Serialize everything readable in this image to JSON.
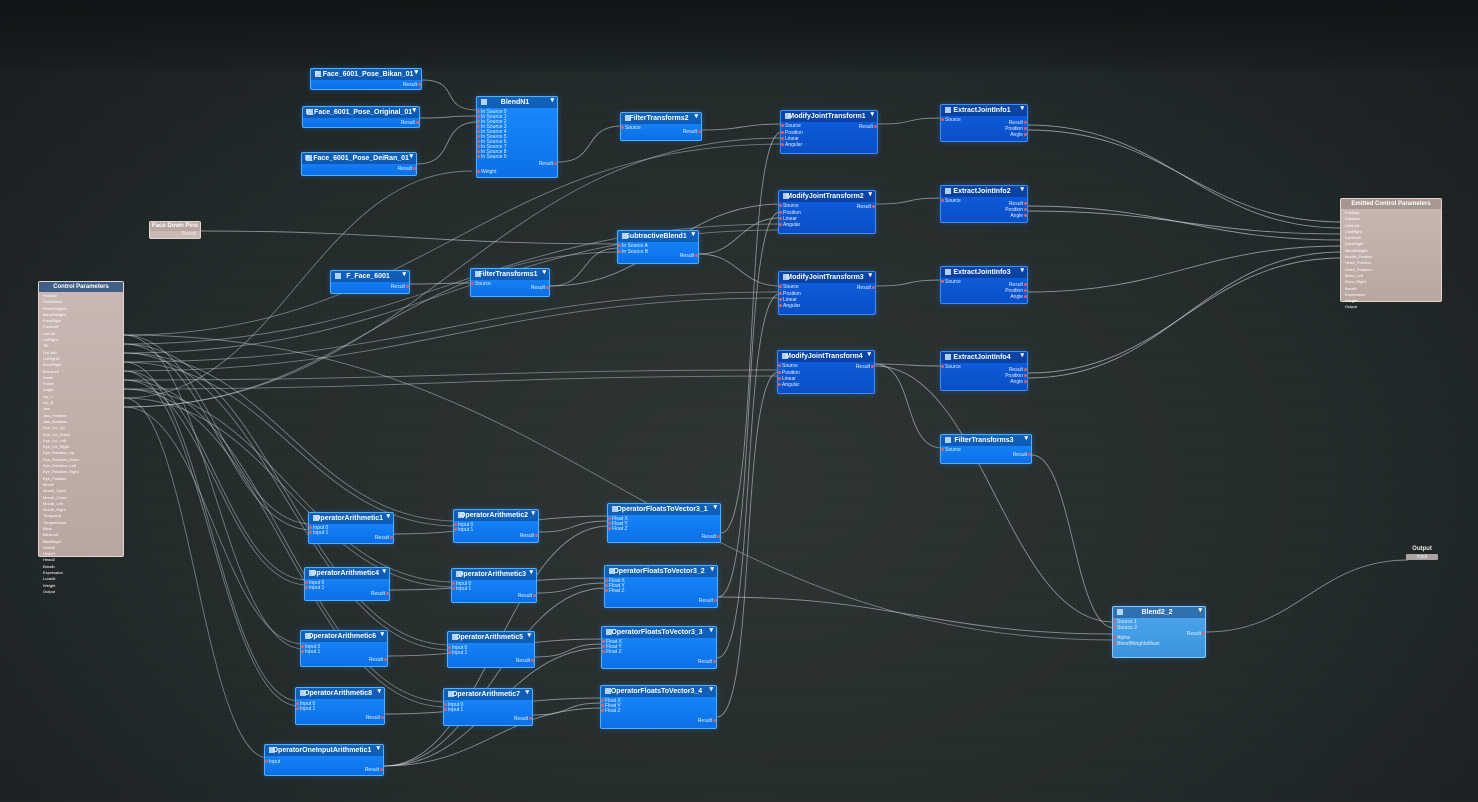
{
  "nodes": {
    "pose_bikan": {
      "title": "F_Face_6001_Pose_Bikan_01",
      "out": "Result"
    },
    "pose_original": {
      "title": "F_Face_6001_Pose_Original_01",
      "out": "Result"
    },
    "pose_deiran": {
      "title": "F_Face_6001_Pose_DeiRan_01",
      "out": "Result"
    },
    "blendn1": {
      "title": "BlendN1",
      "inputs": [
        "In Source 0",
        "In Source 1",
        "In Source 2",
        "In Source 3",
        "In Source 4",
        "In Source 5",
        "In Source 6",
        "In Source 7",
        "In Source 8",
        "In Source 9"
      ],
      "weight": "Weight",
      "out": "Result"
    },
    "filter2": {
      "title": "FilterTransforms2",
      "in": "Source",
      "out": "Result"
    },
    "face6001": {
      "title": "F_Face_6001",
      "out": "Result"
    },
    "filter1": {
      "title": "FilterTransforms1",
      "in": "Source",
      "out": "Result"
    },
    "subtractive": {
      "title": "SubtractiveBlend1",
      "inputs": [
        "In Source A",
        "In Source B"
      ],
      "out": "Result"
    },
    "mjt1": {
      "title": "ModifyJointTransform1",
      "inputs": [
        "Source",
        "Position",
        "Linear",
        "Angular"
      ],
      "out": "Result"
    },
    "mjt2": {
      "title": "ModifyJointTransform2",
      "inputs": [
        "Source",
        "Position",
        "Linear",
        "Angular"
      ],
      "out": "Result"
    },
    "mjt3": {
      "title": "ModifyJointTransform3",
      "inputs": [
        "Source",
        "Position",
        "Linear",
        "Angular"
      ],
      "out": "Result"
    },
    "mjt4": {
      "title": "ModifyJointTransform4",
      "inputs": [
        "Source",
        "Position",
        "Linear",
        "Angular"
      ],
      "out": "Result"
    },
    "eji1": {
      "title": "ExtractJointInfo1",
      "in": "Source",
      "outs": [
        "Result",
        "Position",
        "Angle"
      ]
    },
    "eji2": {
      "title": "ExtractJointInfo2",
      "in": "Source",
      "outs": [
        "Result",
        "Position",
        "Angle"
      ]
    },
    "eji3": {
      "title": "ExtractJointInfo3",
      "in": "Source",
      "outs": [
        "Result",
        "Position",
        "Angle"
      ]
    },
    "eji4": {
      "title": "ExtractJointInfo4",
      "in": "Source",
      "outs": [
        "Result",
        "Position",
        "Angle"
      ]
    },
    "filter3": {
      "title": "FilterTransforms3",
      "in": "Source",
      "out": "Result"
    },
    "oa1": {
      "title": "OperatorArithmetic1",
      "inputs": [
        "Input 0",
        "Input 1"
      ],
      "out": "Result"
    },
    "oa2": {
      "title": "OperatorArithmetic2",
      "inputs": [
        "Input 0",
        "Input 1"
      ],
      "out": "Result"
    },
    "oa3": {
      "title": "OperatorArithmetic3",
      "inputs": [
        "Input 0",
        "Input 1"
      ],
      "out": "Result"
    },
    "oa4": {
      "title": "OperatorArithmetic4",
      "inputs": [
        "Input 0",
        "Input 1"
      ],
      "out": "Result"
    },
    "oa5": {
      "title": "OperatorArithmetic5",
      "inputs": [
        "Input 0",
        "Input 1"
      ],
      "out": "Result"
    },
    "oa6": {
      "title": "OperatorArithmetic6",
      "inputs": [
        "Input 0",
        "Input 1"
      ],
      "out": "Result"
    },
    "oa7": {
      "title": "OperatorArithmetic7",
      "inputs": [
        "Input 0",
        "Input 1"
      ],
      "out": "Result"
    },
    "oa8": {
      "title": "OperatorArithmetic8",
      "inputs": [
        "Input 0",
        "Input 1"
      ],
      "out": "Result"
    },
    "ooia1": {
      "title": "OperatorOneInputArithmetic1",
      "inputs": [
        "Input"
      ],
      "out": "Result"
    },
    "ofv1": {
      "title": "OperatorFloatsToVector3_1",
      "inputs": [
        "Float X",
        "Float Y",
        "Float Z"
      ],
      "out": "Result"
    },
    "ofv2": {
      "title": "OperatorFloatsToVector3_2",
      "inputs": [
        "Float X",
        "Float Y",
        "Float Z"
      ],
      "out": "Result"
    },
    "ofv3": {
      "title": "OperatorFloatsToVector3_3",
      "inputs": [
        "Float X",
        "Float Y",
        "Float Z"
      ],
      "out": "Result"
    },
    "ofv4": {
      "title": "OperatorFloatsToVector3_4",
      "inputs": [
        "Float X",
        "Float Y",
        "Float Z"
      ],
      "out": "Result"
    },
    "blend2": {
      "title": "Blend2_2",
      "inputs": [
        "Source 1",
        "Source 2",
        "Alpha",
        "BlendWeightsMask"
      ],
      "out": "Result"
    }
  },
  "face_down_pins": {
    "title": "Face Down Pins",
    "value": "Result"
  },
  "control_parameters": {
    "title": "Control Parameters",
    "rows": [
      "Position",
      "PoseBlend",
      "PoseWeights",
      "BlendWeight",
      "FaceRight",
      "FaceLeft",
      "LidLeft",
      "LidRight",
      "Tilt",
      "LidLeft2",
      "LidRight2",
      "BrowRight",
      "BrowLeft",
      "Smile",
      "Frown",
      "Angle",
      "Lip_L",
      "Lip_R",
      "Jaw",
      "Jaw_Position",
      "Jaw_Rotation",
      "Eye_Lid_Up",
      "Eye_Lid_Down",
      "Eye_Lid_Left",
      "Eye_Lid_Right",
      "Eye_Rotation_Up",
      "Eye_Rotation_Down",
      "Eye_Rotation_Left",
      "Eye_Rotation_Right",
      "Eye_Position",
      "Mouth",
      "Mouth_Open",
      "Mouth_Close",
      "Mouth_Left",
      "Mouth_Right",
      "TongueUp",
      "TongueDown",
      "Blink",
      "BlinkLeft",
      "BlinkRight",
      "HeadX",
      "HeadY",
      "HeadZ",
      "Breath",
      "Expression",
      "LookAt",
      "Weight",
      "Output"
    ]
  },
  "emitted_control_parameters": {
    "title": "Emitted Control Parameters",
    "rows": [
      "Position",
      "Rotation",
      "LidsLeft",
      "LidsRight",
      "EyesLeft",
      "EyesRight",
      "BlendWeight",
      "Mouth_Position",
      "Head_Position",
      "Head_Rotation",
      "Brow_Left",
      "Brow_Right",
      "Breath",
      "Expression",
      "Weight",
      "Output"
    ]
  },
  "output": {
    "title": "Output",
    "value": "Input"
  }
}
